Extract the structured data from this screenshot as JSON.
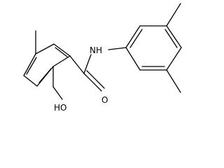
{
  "molecule": {
    "atoms": {
      "amide_nitrogen": "NH",
      "carbonyl_oxygen": "O",
      "hydroxyl": "HO"
    }
  },
  "colors": {
    "bond": "#000000",
    "label": "#000000",
    "background": "#ffffff"
  }
}
